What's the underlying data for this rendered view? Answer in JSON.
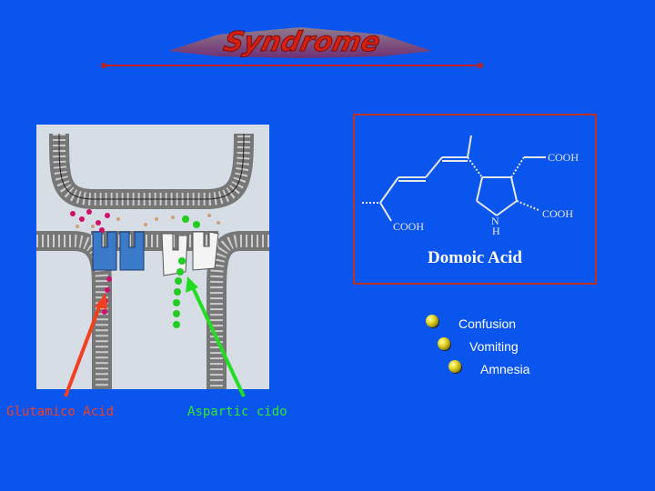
{
  "title": {
    "text": "Syndrome"
  },
  "molecule": {
    "name": "Domoic Acid",
    "groups": [
      "COOH",
      "COOH",
      "COOH",
      "N",
      "H"
    ]
  },
  "symptoms": [
    {
      "label": "Confusion"
    },
    {
      "label": "Vomiting"
    },
    {
      "label": "Amnesia"
    }
  ],
  "labels": {
    "glutamic": "Glutamico Acid",
    "aspartic": "Aspartic cido"
  },
  "colors": {
    "background": "#0a55ee",
    "title": "#cc1a1a",
    "glutamic_arrow": "#f04020",
    "aspartic_arrow": "#22dd22"
  }
}
